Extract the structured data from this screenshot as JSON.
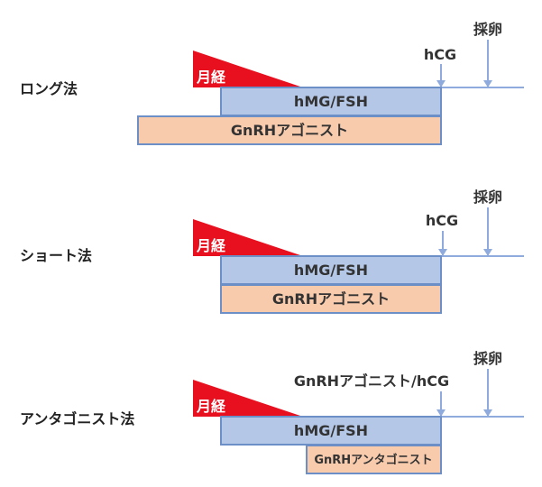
{
  "colors": {
    "menstruation": "#e8101f",
    "hmg_fill": "#b4c7e7",
    "hmg_border": "#6d8fc7",
    "agonist_fill": "#f8cbad",
    "antagonist_fill": "#f8cbad",
    "bar_border": "#6d8fc7",
    "timeline": "#8faadc",
    "arrow": "#8faadc"
  },
  "protocols": [
    {
      "name": "ロング法",
      "menstruation_label": "月経",
      "hmg_label": "hMG/FSH",
      "agonist_label": "GnRHアゴニスト",
      "trigger_label": "hCG",
      "retrieval_label": "採卵"
    },
    {
      "name": "ショート法",
      "menstruation_label": "月経",
      "hmg_label": "hMG/FSH",
      "agonist_label": "GnRHアゴニスト",
      "trigger_label": "hCG",
      "retrieval_label": "採卵"
    },
    {
      "name": "アンタゴニスト法",
      "menstruation_label": "月経",
      "hmg_label": "hMG/FSH",
      "agonist_label": "GnRHアンタゴニスト",
      "trigger_label": "GnRHアゴニスト/hCG",
      "retrieval_label": "採卵"
    }
  ]
}
